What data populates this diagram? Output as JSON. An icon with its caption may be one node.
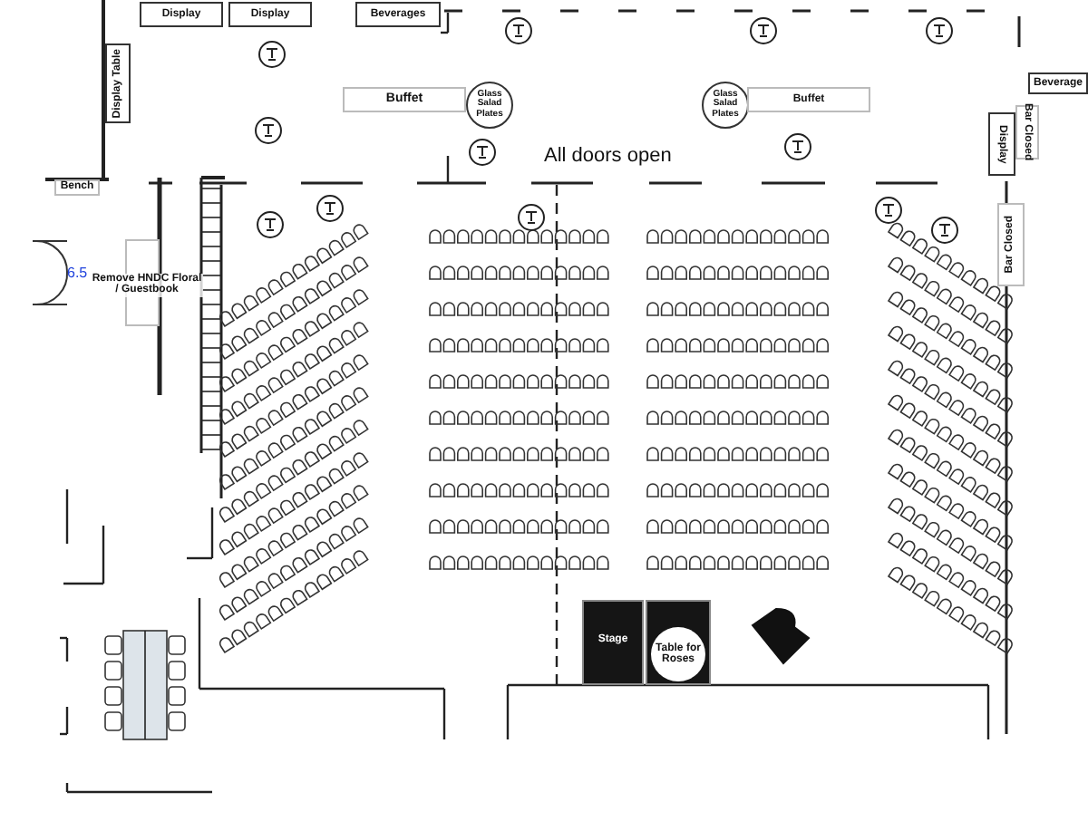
{
  "diagram": {
    "nodes": [
      {
        "text": [
          "Display"
        ]
      },
      {
        "text": [
          "Display"
        ]
      },
      {
        "text": [
          "Beverages"
        ]
      },
      {
        "text": [
          "Display Table"
        ]
      },
      {
        "text": [
          "Buffet"
        ]
      },
      {
        "text": [
          "Glass Salad Plates"
        ]
      },
      {
        "text": [
          "Glass Salad Plates"
        ]
      },
      {
        "text": [
          "Buffet"
        ]
      },
      {
        "text": [
          "Beverage"
        ]
      },
      {
        "text": [
          "Display"
        ]
      },
      {
        "text": [
          "Bar Closed"
        ]
      },
      {
        "text": [
          "Bar Closed"
        ]
      },
      {
        "text": [
          "Bench"
        ]
      },
      {
        "text": [
          "Remove HNDC Floral / Guestbook"
        ]
      },
      {
        "text": [
          "Stage"
        ]
      },
      {
        "text": [],
        "shape": "box"
      },
      {
        "text": [
          "Table for Roses"
        ],
        "in": 15
      }
    ],
    "edges": [],
    "labels": [
      "All doors open",
      "6.5"
    ]
  }
}
